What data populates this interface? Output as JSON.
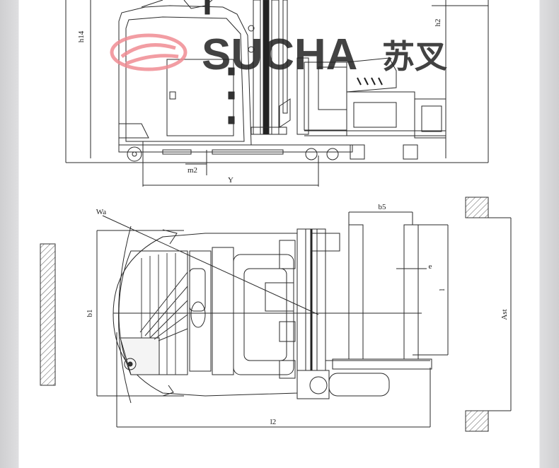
{
  "watermark": {
    "brand_latin": "SUCHA",
    "brand_cn": "苏叉",
    "color": "#f08c93"
  },
  "side_view": {
    "labels": {
      "h14": "h14",
      "h2": "h2",
      "m2": "m2",
      "y": "Y"
    }
  },
  "top_view": {
    "labels": {
      "wa": "Wa",
      "b5": "b5",
      "e": "e",
      "l": "l",
      "b1": "b1",
      "ast": "Ast",
      "l2": "l2"
    }
  },
  "colors": {
    "line": "#2a2a2a",
    "hatch": "#555555",
    "background": "#ffffff"
  }
}
